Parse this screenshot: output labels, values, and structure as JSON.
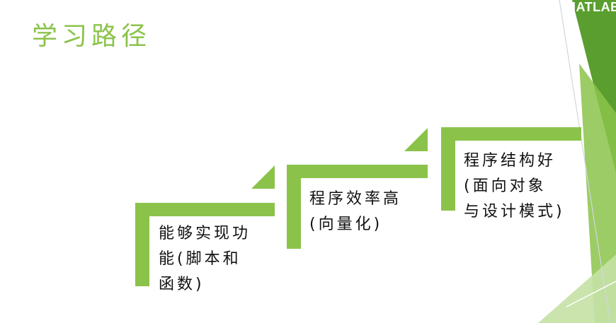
{
  "title": "学习路径",
  "brand": "MATLAB",
  "colors": {
    "accent": "#8bc34a",
    "accent_dark": "#5a9e2f",
    "accent_light": "#c5e1a5"
  },
  "steps": [
    {
      "lines": [
        "能够实现功",
        "能(脚本和",
        "函数)"
      ]
    },
    {
      "lines": [
        "程序效率高",
        "(向量化)"
      ]
    },
    {
      "lines": [
        "程序结构好",
        "(面向对象",
        "与设计模式)"
      ]
    }
  ]
}
